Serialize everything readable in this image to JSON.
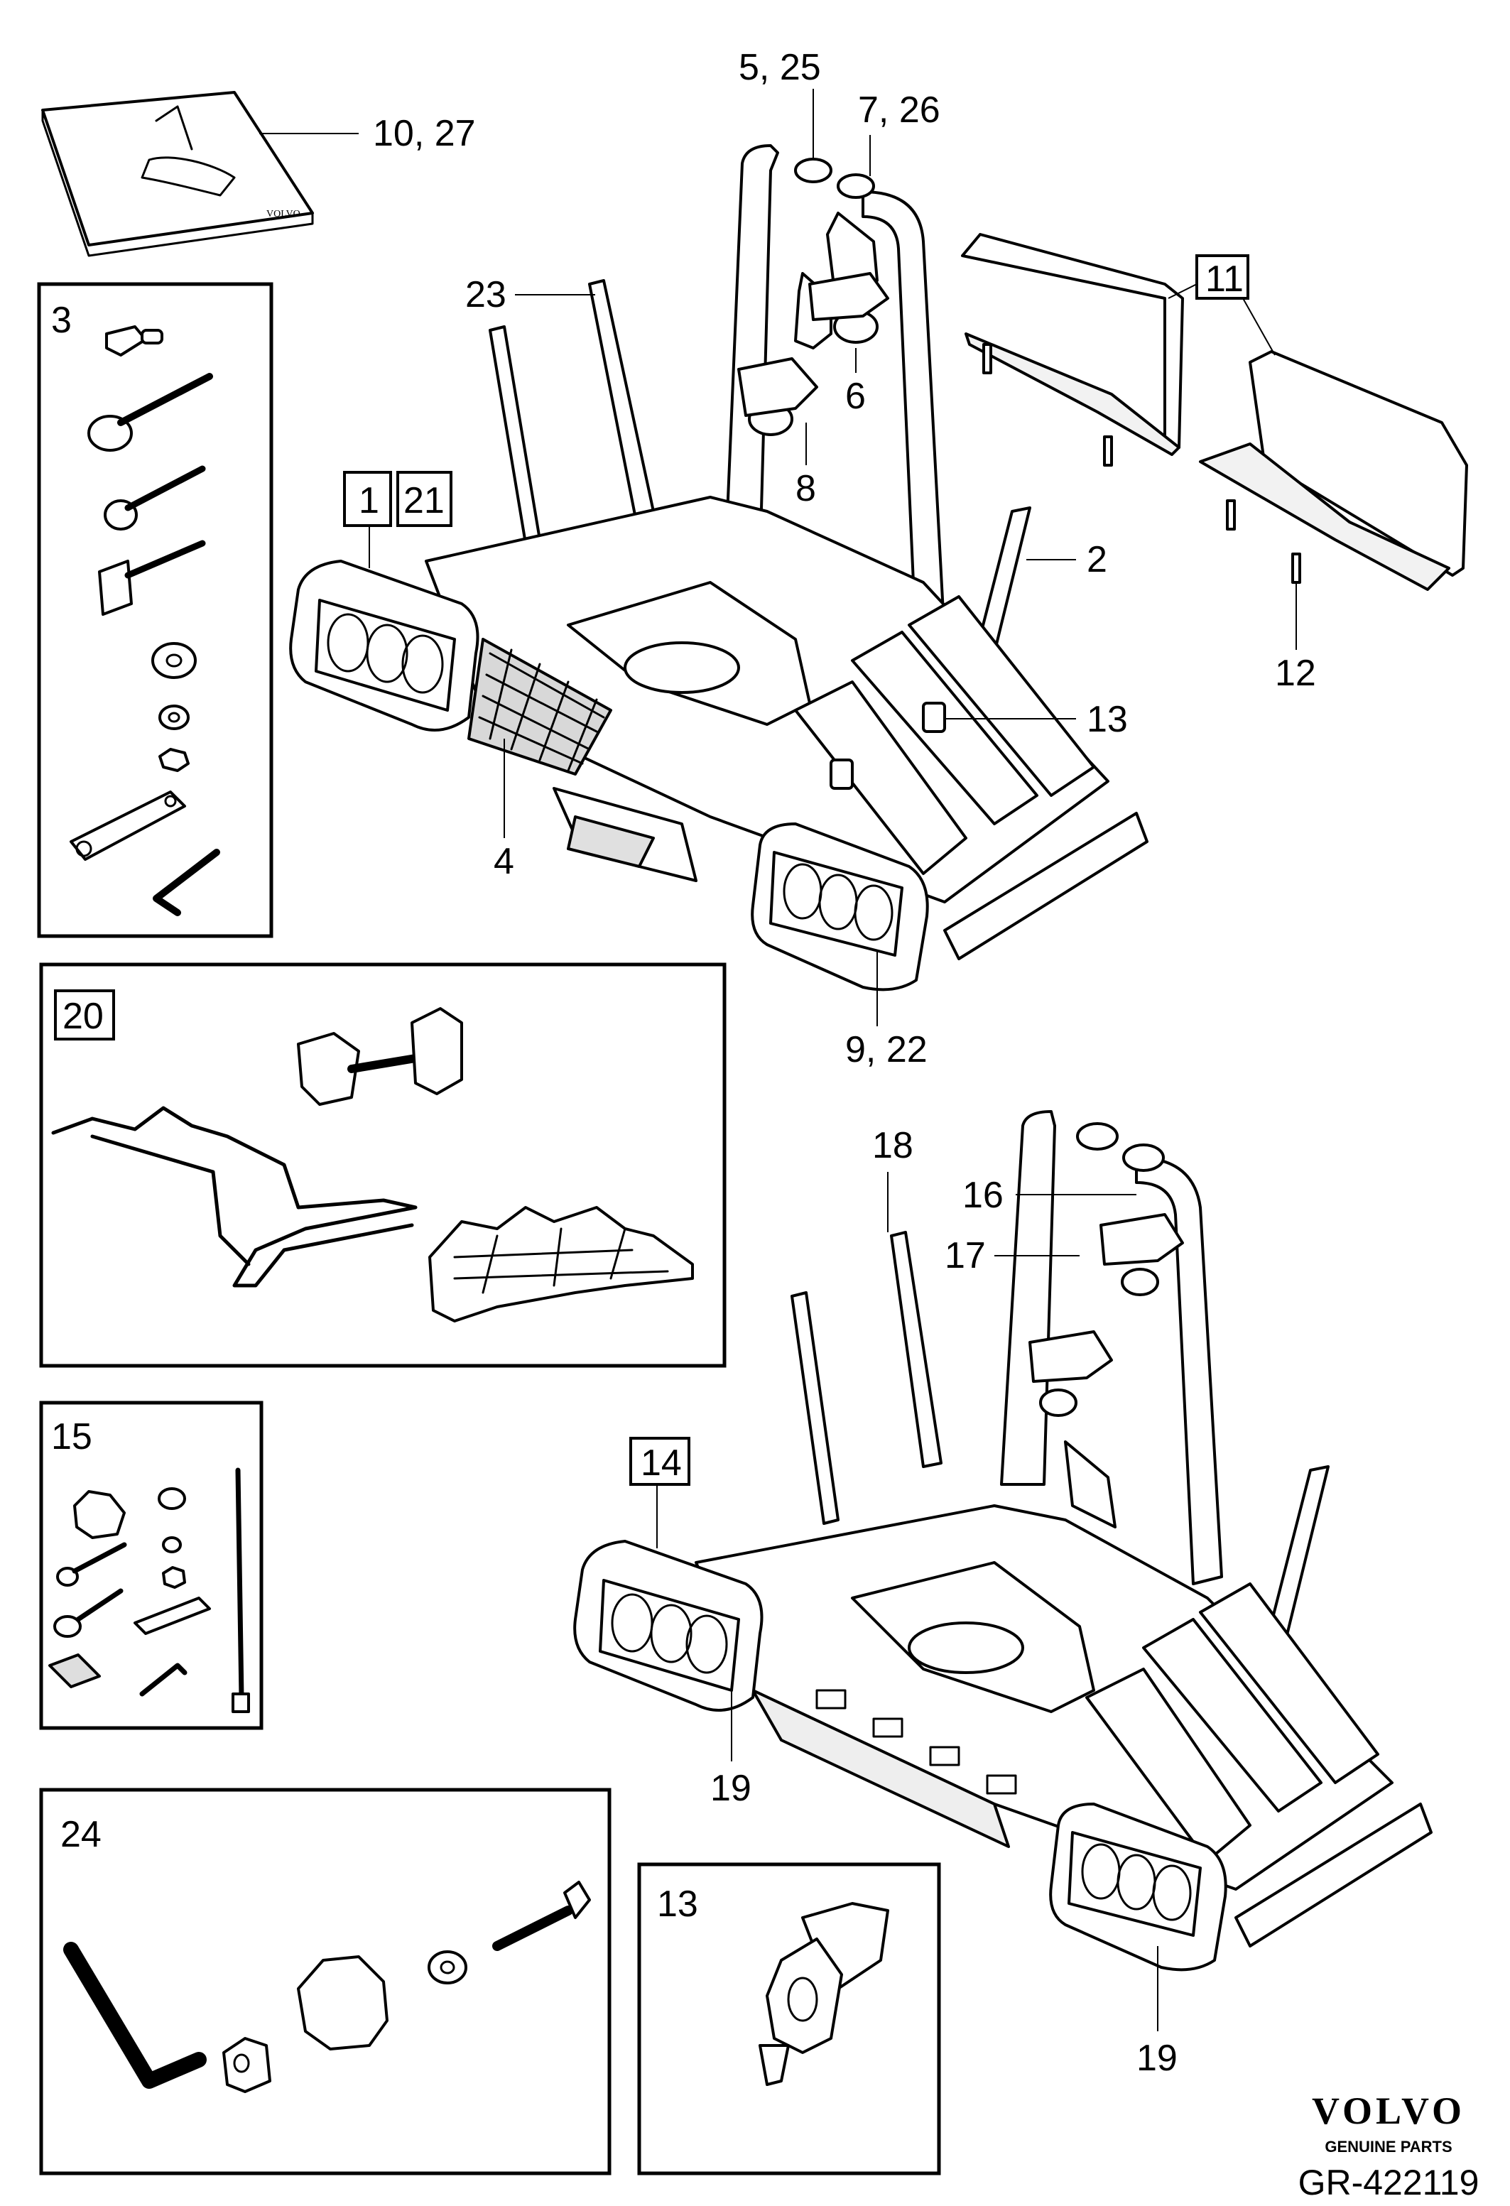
{
  "callouts": {
    "c10_27": "10, 27",
    "c5_25": "5, 25",
    "c7_26": "7, 26",
    "c23": "23",
    "c6": "6",
    "c8": "8",
    "c11": "11",
    "c1": "1",
    "c21": "21",
    "c2": "2",
    "c12": "12",
    "c13a": "13",
    "c4": "4",
    "c9_22": "9, 22",
    "c3": "3",
    "c20": "20",
    "c18": "18",
    "c16": "16",
    "c17": "17",
    "c14": "14",
    "c15": "15",
    "c19a": "19",
    "c19b": "19",
    "c24": "24",
    "c13b": "13"
  },
  "manual_cover_brand": "VOLVO",
  "brand": {
    "name": "VOLVO",
    "subtitle": "GENUINE PARTS"
  },
  "drawing_number": "GR-422119"
}
